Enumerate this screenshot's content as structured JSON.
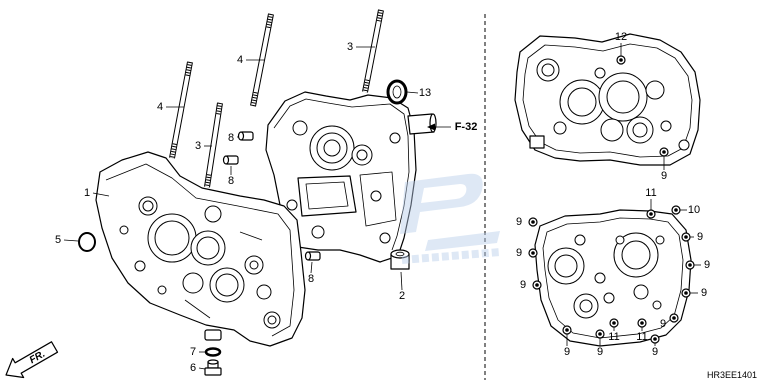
{
  "diagram": {
    "front_label": "FR.",
    "ref_label": "F-32",
    "code": "HR3EE1401",
    "exploded_callouts": [
      "1",
      "2",
      "3",
      "3",
      "4",
      "4",
      "5",
      "6",
      "7",
      "8",
      "8",
      "8",
      "13"
    ],
    "upper_case_callouts": [
      "12",
      "9"
    ],
    "lower_case_callouts": [
      "11",
      "10",
      "9",
      "9",
      "9",
      "9",
      "9",
      "9",
      "9",
      "11",
      "11",
      "9",
      "9",
      "9"
    ]
  },
  "colors": {
    "line": "#000000",
    "background": "#ffffff",
    "watermark": "#b8cdea"
  }
}
